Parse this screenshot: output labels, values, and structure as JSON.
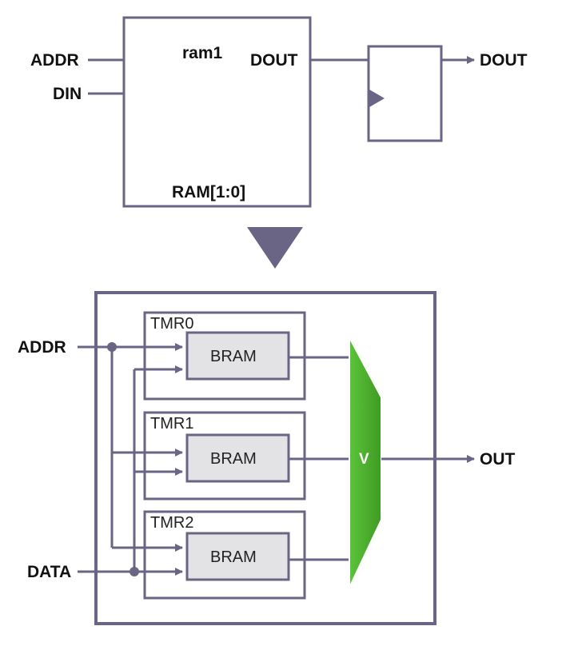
{
  "top": {
    "block_name": "ram1",
    "block_sub": "RAM[1:0]",
    "input_addr": "ADDR",
    "input_din": "DIN",
    "out_port": "DOUT",
    "out_signal": "DOUT"
  },
  "bottom": {
    "input_addr": "ADDR",
    "input_data": "DATA",
    "output": "OUT",
    "voter_label": "V",
    "tmr_blocks": [
      {
        "label": "TMR0",
        "bram_label": "BRAM"
      },
      {
        "label": "TMR1",
        "bram_label": "BRAM"
      },
      {
        "label": "TMR2",
        "bram_label": "BRAM"
      }
    ]
  },
  "colors": {
    "line": "#6a6485",
    "voter": "#4caf2f",
    "bram_fill": "#e3e3e5"
  }
}
